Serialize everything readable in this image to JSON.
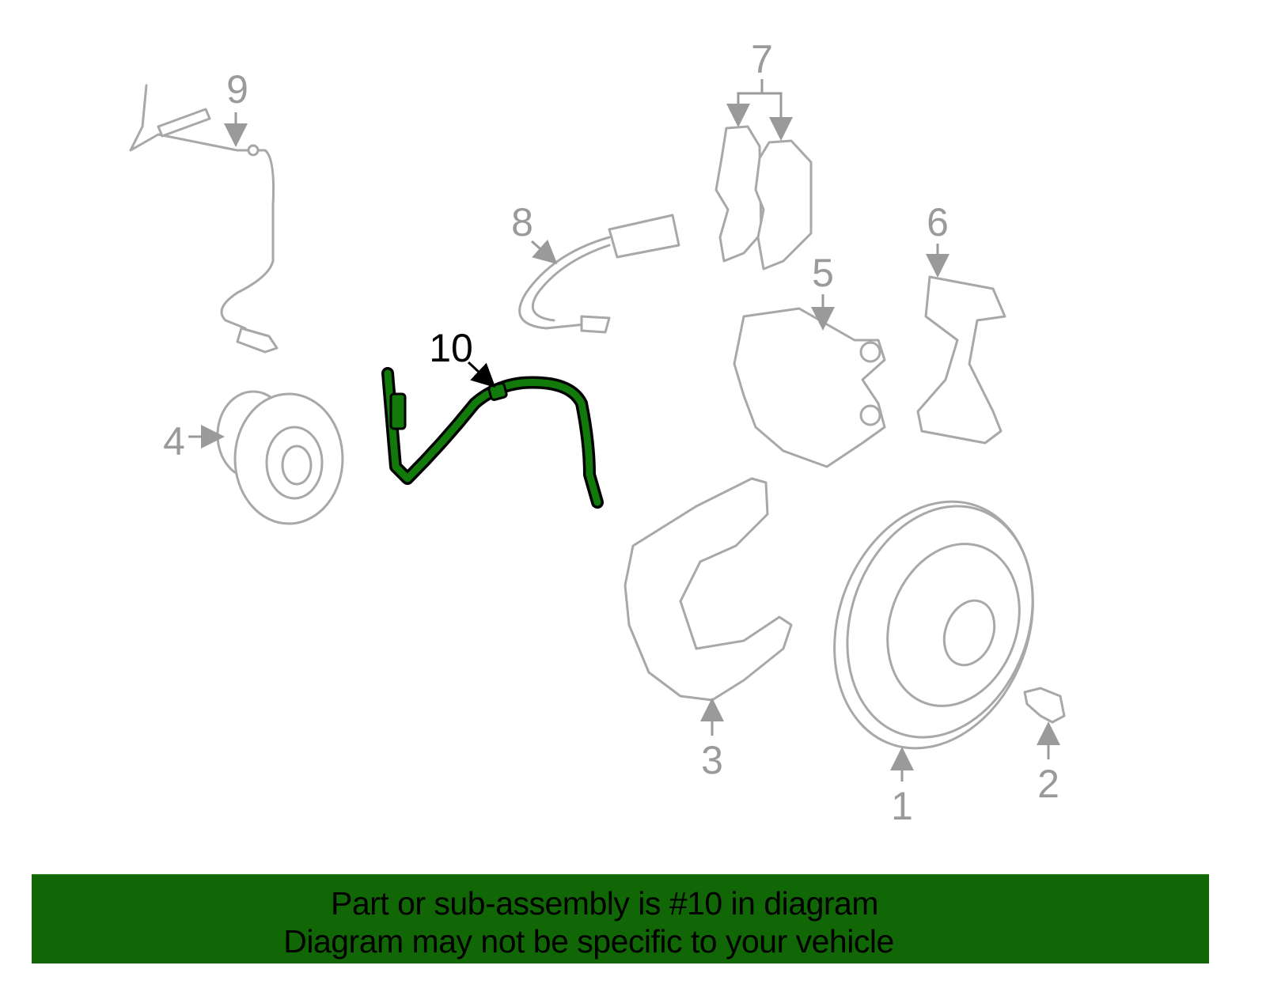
{
  "diagram": {
    "highlight_color": "#117a0a",
    "banner_color": "#116605",
    "callouts": {
      "c1": "1",
      "c2": "2",
      "c3": "3",
      "c4": "4",
      "c5": "5",
      "c6": "6",
      "c7": "7",
      "c8": "8",
      "c9": "9",
      "c10": "10"
    }
  },
  "banner": {
    "line1": "Part or sub-assembly is #10 in diagram",
    "line2": "Diagram may not be specific to your vehicle"
  }
}
